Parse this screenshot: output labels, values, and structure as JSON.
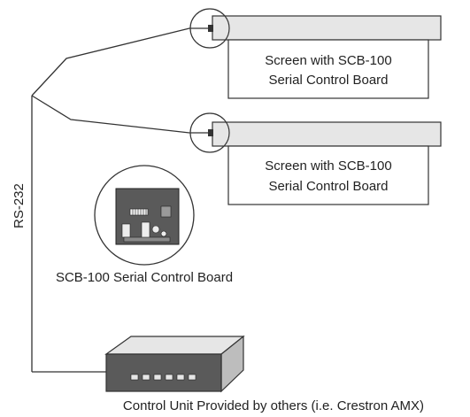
{
  "screens": [
    {
      "label_line1": "Screen with SCB-100",
      "label_line2": "Serial Control Board"
    },
    {
      "label_line1": "Screen with SCB-100",
      "label_line2": "Serial Control Board"
    }
  ],
  "cable_label": "RS-232",
  "board_caption": "SCB-100 Serial Control Board",
  "control_unit_caption": "Control Unit Provided by others (i.e. Crestron AMX)",
  "colors": {
    "line": "#333333",
    "screen_fill": "#e6e6e6",
    "board_fill": "#5a5a5a",
    "device_top": "#e6e6e6",
    "device_side": "#bdbdbd",
    "device_front": "#5a5a5a"
  }
}
